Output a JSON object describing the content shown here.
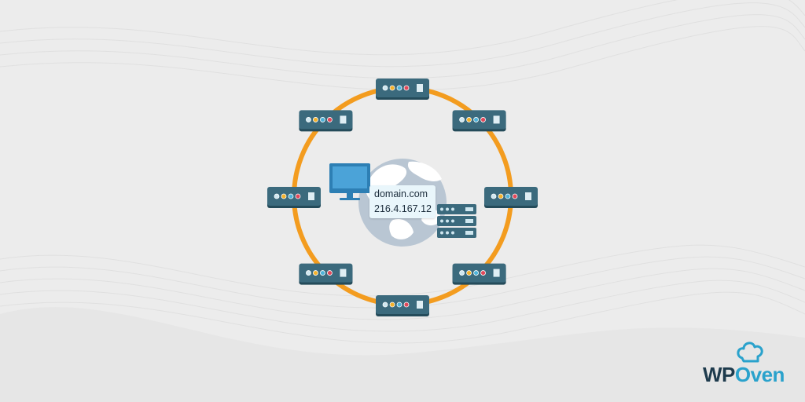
{
  "center": {
    "domain_text": "domain.com",
    "ip_text": "216.4.167.12"
  },
  "nodes": [
    {
      "id": "node-top",
      "icon": "router-icon"
    },
    {
      "id": "node-top-right",
      "icon": "router-icon"
    },
    {
      "id": "node-right",
      "icon": "router-icon"
    },
    {
      "id": "node-bottom-right",
      "icon": "router-icon"
    },
    {
      "id": "node-bottom",
      "icon": "router-icon"
    },
    {
      "id": "node-bottom-left",
      "icon": "router-icon"
    },
    {
      "id": "node-left",
      "icon": "router-icon"
    },
    {
      "id": "node-top-left",
      "icon": "router-icon"
    }
  ],
  "brand": {
    "name_prefix": "WP",
    "name_suffix": "Oven",
    "logo_icon": "chef-hat-icon"
  },
  "colors": {
    "background": "#ececec",
    "ring": "#f39c1f",
    "device_body": "#3b6a7d",
    "device_face": "#356a80",
    "globe": "#b9c6d3",
    "continents": "#ffffff",
    "monitor": "#3d8fc6",
    "brand_dark": "#1e3b4d",
    "brand_accent": "#2aa2cc"
  }
}
